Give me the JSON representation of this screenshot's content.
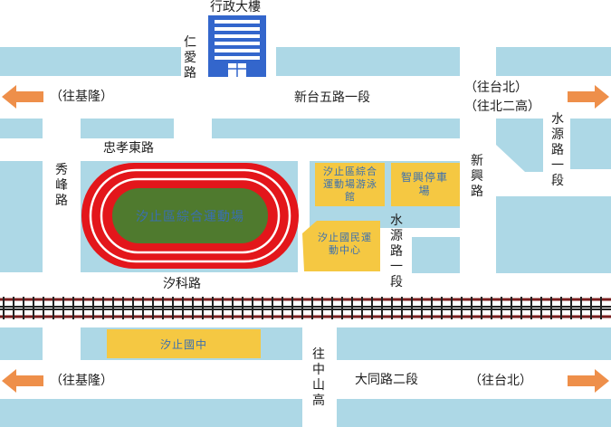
{
  "colors": {
    "block": "#add8e6",
    "track": "#e3161b",
    "field": "#4f7a2e",
    "building": "#f5c842",
    "admin": "#3366cc",
    "arrow": "#ee8f4a",
    "rail": "#7a1f1f"
  },
  "labels": {
    "admin_building": "行政大樓",
    "ren_ai_road": "仁愛路",
    "keelung_left_top": "（往基隆）",
    "xintai_road": "新台五路一段",
    "to_taipei_top": "（往台北）",
    "to_north2": "（往北二高）",
    "shuiyuan_road_1": "水源路一段",
    "zhongxiao_road": "忠孝東路",
    "xiufeng_road": "秀峰路",
    "stadium": "汐止區綜合運動場",
    "pool": "汐止區綜合運動場游泳館",
    "parking": "智興停車場",
    "xinxing_road": "新興路",
    "sports_center": "汐止國民運動中心",
    "shuiyuan_road_2": "水源路一段",
    "xike_road": "汐科路",
    "school": "汐止國中",
    "keelung_left_bottom": "（往基隆）",
    "to_zhongshan": "往中山高",
    "datong_road": "大同路二段",
    "to_taipei_bottom": "（往台北）"
  },
  "icons": [
    "arrow-left-icon",
    "arrow-right-icon",
    "railway-icon"
  ]
}
